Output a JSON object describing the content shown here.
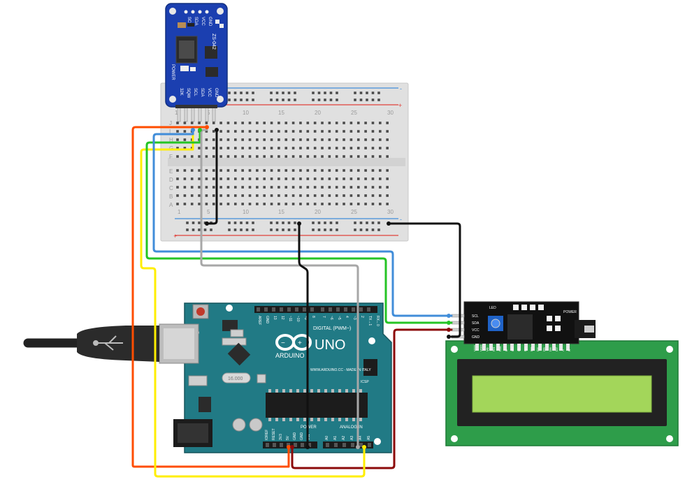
{
  "breadboard": {
    "col_numbers": [
      "1",
      "5",
      "10",
      "15",
      "20",
      "25",
      "30"
    ],
    "row_letters_top": [
      "J",
      "I",
      "H",
      "G",
      "F"
    ],
    "row_letters_bottom": [
      "E",
      "D",
      "C",
      "B",
      "A"
    ],
    "rail_plus": "+",
    "rail_minus": "-"
  },
  "rtc_module": {
    "model": "ZS-042",
    "top_pins": [
      "SCL",
      "SDA",
      "VCC",
      "GND"
    ],
    "bottom_pins": [
      "32K",
      "SQW",
      "SCL",
      "SDA",
      "VCC",
      "GND"
    ],
    "power_label": "POWER"
  },
  "arduino": {
    "logo_text": "UNO",
    "brand": "ARDUINO",
    "digital_label": "DIGITAL (PWM~)",
    "header_pins": [
      "AREF",
      "GND",
      "13",
      "12",
      "~11",
      "~10",
      "~9",
      "8",
      "7",
      "~6",
      "~5",
      "4",
      "~3",
      "2",
      "TX→1",
      "RX←0"
    ],
    "power_label": "POWER",
    "analog_label": "ANALOG IN",
    "power_pins": [
      "IOREF",
      "RESET",
      "3V3",
      "5V",
      "GND",
      "GND",
      "VIN"
    ],
    "analog_pins": [
      "A0",
      "A1",
      "A2",
      "A3",
      "A4",
      "A5"
    ],
    "url_text": "WWW.ARDUINO.CC - MADE IN ITALY",
    "crystal_label": "16.000",
    "icsp_label": "ICSP"
  },
  "i2c_backpack": {
    "pins": [
      "GND",
      "VCC",
      "SDA",
      "SCL"
    ],
    "led_label": "LED",
    "power_label": "POWER"
  },
  "lcd": {
    "pins": [
      "VSS",
      "VDD",
      "V0",
      "RS",
      "RW",
      "E",
      "D0",
      "D1",
      "D2",
      "D3",
      "D4",
      "D5",
      "D6",
      "D7",
      "A",
      "K"
    ]
  },
  "usb": {
    "icon": "usb-icon"
  },
  "colors": {
    "wire_red": "#ff4d00",
    "wire_yellow": "#ffee00",
    "wire_green": "#25c425",
    "wire_blue": "#418dd9",
    "wire_gray": "#a7a7a7",
    "wire_black": "#111111",
    "wire_darkred": "#8c0a0a",
    "board_teal": "#217a85",
    "module_blue": "#1b3fb0",
    "lcd_green": "#a3d65a"
  }
}
